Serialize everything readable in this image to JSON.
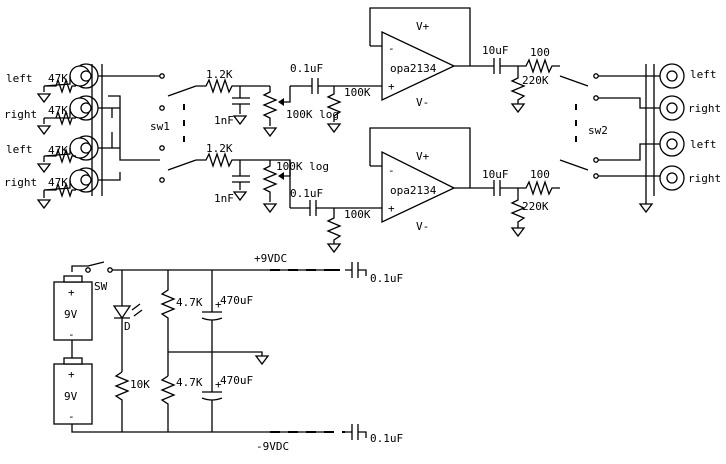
{
  "inputs": {
    "jacks": [
      "left",
      "right",
      "left",
      "right"
    ],
    "load_resistors": [
      "47K",
      "47K",
      "47K",
      "47K"
    ]
  },
  "outputs": {
    "jacks": [
      "left",
      "right",
      "left",
      "right"
    ]
  },
  "switches": {
    "input": "sw1",
    "output": "sw2"
  },
  "filter": {
    "resistors": [
      "1.2K",
      "1.2K"
    ],
    "capacitors": [
      "1nF",
      "1nF"
    ]
  },
  "volume": {
    "pots": [
      "100K log",
      "100K log"
    ]
  },
  "coupling": {
    "input_caps": [
      "0.1uF",
      "0.1uF"
    ],
    "bias_resistors": [
      "100K",
      "100K"
    ]
  },
  "opamps": [
    {
      "part": "opa2134",
      "vplus": "V+",
      "vminus": "V-",
      "inv": "-",
      "noninv": "+"
    },
    {
      "part": "opa2134",
      "vplus": "V+",
      "vminus": "V-",
      "inv": "-",
      "noninv": "+"
    }
  ],
  "output_stage": {
    "caps": [
      "10uF",
      "10uF"
    ],
    "series_resistors": [
      "100",
      "100"
    ],
    "shunt_resistors": [
      "220K",
      "220K"
    ]
  },
  "supply": {
    "switch": "SW",
    "batteries": [
      {
        "label": "9V",
        "plus": "+",
        "minus": "-"
      },
      {
        "label": "9V",
        "plus": "+",
        "minus": "-"
      }
    ],
    "led": "D",
    "led_resistor": "10K",
    "divider_resistors": [
      "4.7K",
      "4.7K"
    ],
    "electrolytics": [
      "470uF",
      "470uF"
    ],
    "rails": [
      "+9VDC",
      "-9VDC"
    ],
    "decoupling": [
      "0.1uF",
      "0.1uF"
    ]
  }
}
